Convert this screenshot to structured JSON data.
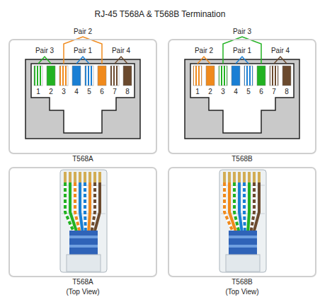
{
  "diagram": {
    "title": "RJ-45 T568A & T568B Termination",
    "nodes": [
      {
        "text": [
          "T568A"
        ]
      },
      {
        "text": [
          "T568B"
        ]
      },
      {
        "text": [
          "T568A",
          "(Top View)"
        ]
      },
      {
        "text": [
          "T568B",
          "(Top View)"
        ]
      }
    ],
    "labels": [
      "Pair 2",
      "Pair 3",
      "Pair 1",
      "Pair 4",
      "1",
      "2",
      "3",
      "4",
      "5",
      "6",
      "7",
      "8",
      "Pair 3",
      "Pair 2",
      "Pair 1",
      "Pair 4",
      "1",
      "2",
      "3",
      "4",
      "5",
      "6",
      "7",
      "8"
    ]
  }
}
